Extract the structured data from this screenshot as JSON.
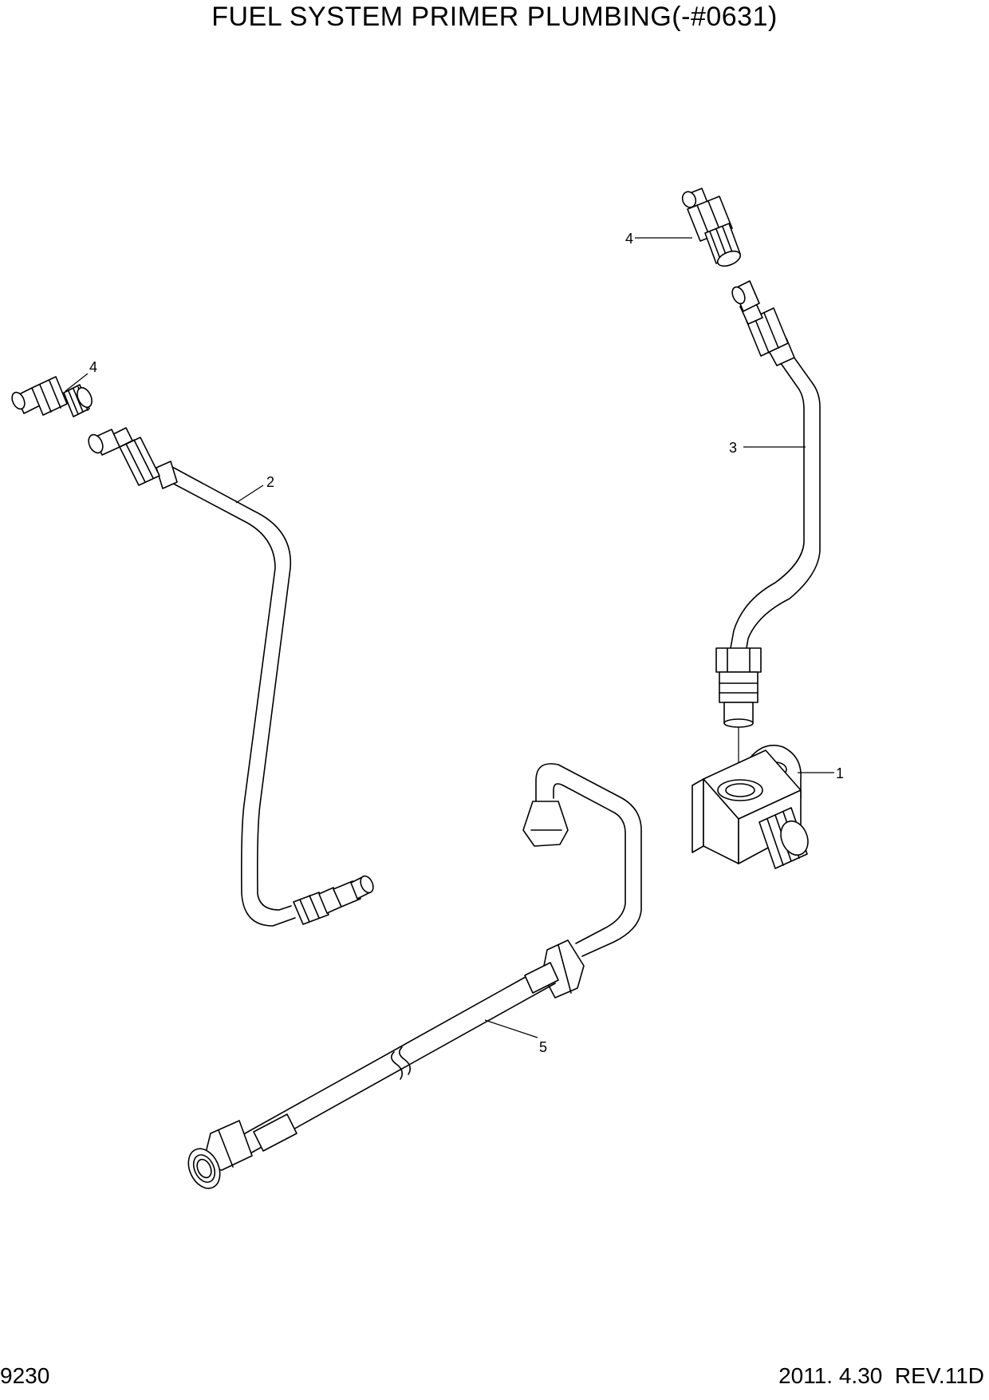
{
  "title": "FUEL SYSTEM PRIMER PLUMBING(-#0631)",
  "page_number": "9230",
  "revision": "2011. 4.30  REV.11D",
  "callouts": {
    "c1": "1",
    "c2": "2",
    "c3": "3",
    "c4a": "4",
    "c4b": "4",
    "c5": "5"
  }
}
